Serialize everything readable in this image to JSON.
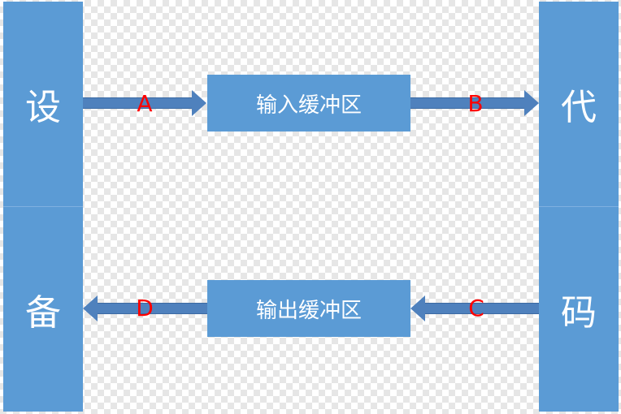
{
  "device": {
    "top_char": "设",
    "bottom_char": "备"
  },
  "code": {
    "top_char": "代",
    "bottom_char": "码"
  },
  "input_buffer": {
    "label": "输入缓冲区"
  },
  "output_buffer": {
    "label": "输出缓冲区"
  },
  "arrows": {
    "a": "A",
    "b": "B",
    "c": "C",
    "d": "D"
  },
  "colors": {
    "block": "#5b9bd5",
    "arrow": "#4f81bd",
    "label": "#ff0000"
  }
}
